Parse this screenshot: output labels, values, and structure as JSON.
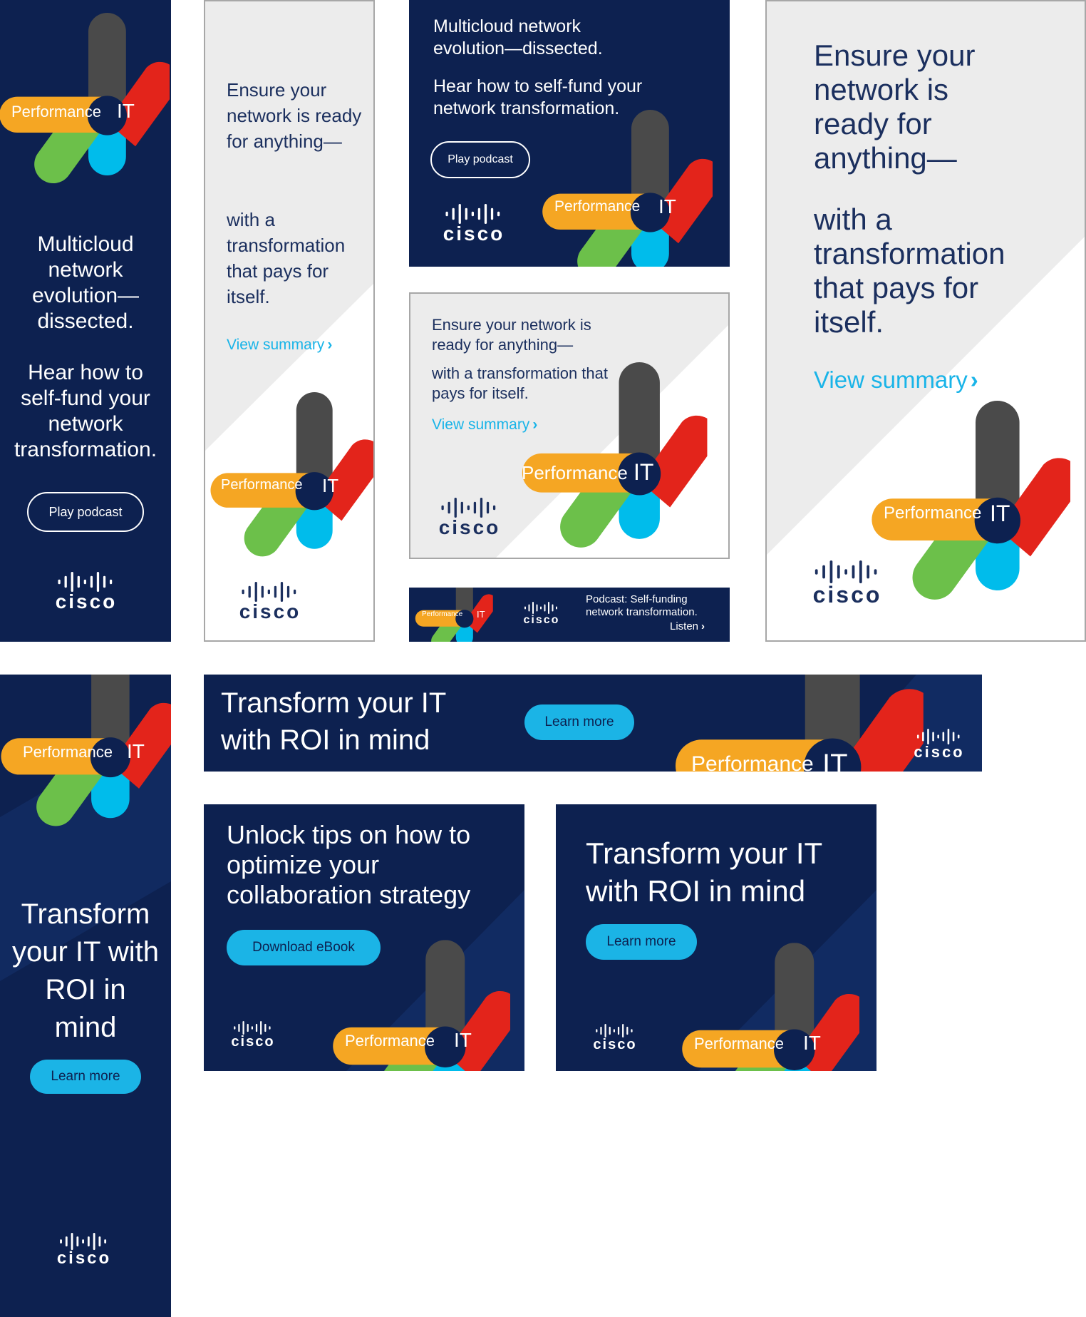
{
  "brand": {
    "logo_text": "cisco",
    "colors": {
      "navy": "#0d2150",
      "light_gray": "#ececec",
      "accent_blue": "#19b4e8",
      "orange": "#f5a623",
      "green": "#6cc04a",
      "red": "#e3241b",
      "dark_gray": "#4a4a4a",
      "cyan": "#00bceb"
    }
  },
  "graphic": {
    "label_left": "Performance",
    "label_right": "IT"
  },
  "ads": {
    "skyscraper_podcast": {
      "headline": "Multicloud network evolution—dissected.",
      "subline": "Hear how to self-fund your network transformation.",
      "cta": "Play podcast"
    },
    "skyscraper_light": {
      "line1": "Ensure your network is ready for anything—",
      "line2": "with a transformation that pays for itself.",
      "cta": "View summary"
    },
    "rect_podcast": {
      "headline": "Multicloud network evolution—dissected.",
      "subline": "Hear how to self-fund your network transformation.",
      "cta": "Play podcast"
    },
    "rect_light": {
      "line1": "Ensure your network is ready for anything—",
      "line2": "with a transformation that pays for itself.",
      "cta": "View summary"
    },
    "mobile_banner": {
      "line1": "Podcast: Self-funding",
      "line2": "network transformation.",
      "cta": "Listen"
    },
    "halfpage_light": {
      "line1": "Ensure your network is ready for anything—",
      "line2": "with a transformation that pays for itself.",
      "cta": "View summary"
    },
    "skyscraper_roi": {
      "headline": "Transform your IT with ROI in mind",
      "cta": "Learn more"
    },
    "leaderboard_roi": {
      "headline": "Transform your IT with ROI in mind",
      "cta": "Learn more"
    },
    "rect_ebook": {
      "headline": "Unlock tips on how to optimize your collaboration strategy",
      "cta": "Download eBook"
    },
    "rect_roi": {
      "headline": "Transform your IT with ROI in mind",
      "cta": "Learn more"
    }
  }
}
